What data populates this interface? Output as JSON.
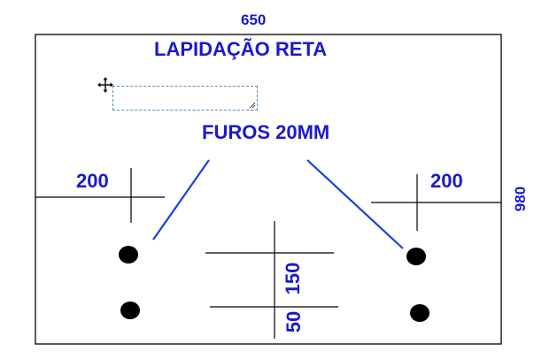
{
  "drawing": {
    "title": "LAPIDAÇÃO RETA",
    "subtitle": "FUROS 20MM",
    "width_label": "650",
    "height_label": "980",
    "left_offset_label": "200",
    "right_offset_label": "200",
    "hole_spacing_label": "150",
    "bottom_offset_label": "50"
  },
  "colors": {
    "text_blue": "#1a1acc",
    "line_blue": "#1a3fe0",
    "frame": "#000000",
    "selection_border": "#5a8fb8"
  },
  "icons": {
    "move": "move-cross-arrows-icon",
    "resize": "resize-grip-icon"
  }
}
